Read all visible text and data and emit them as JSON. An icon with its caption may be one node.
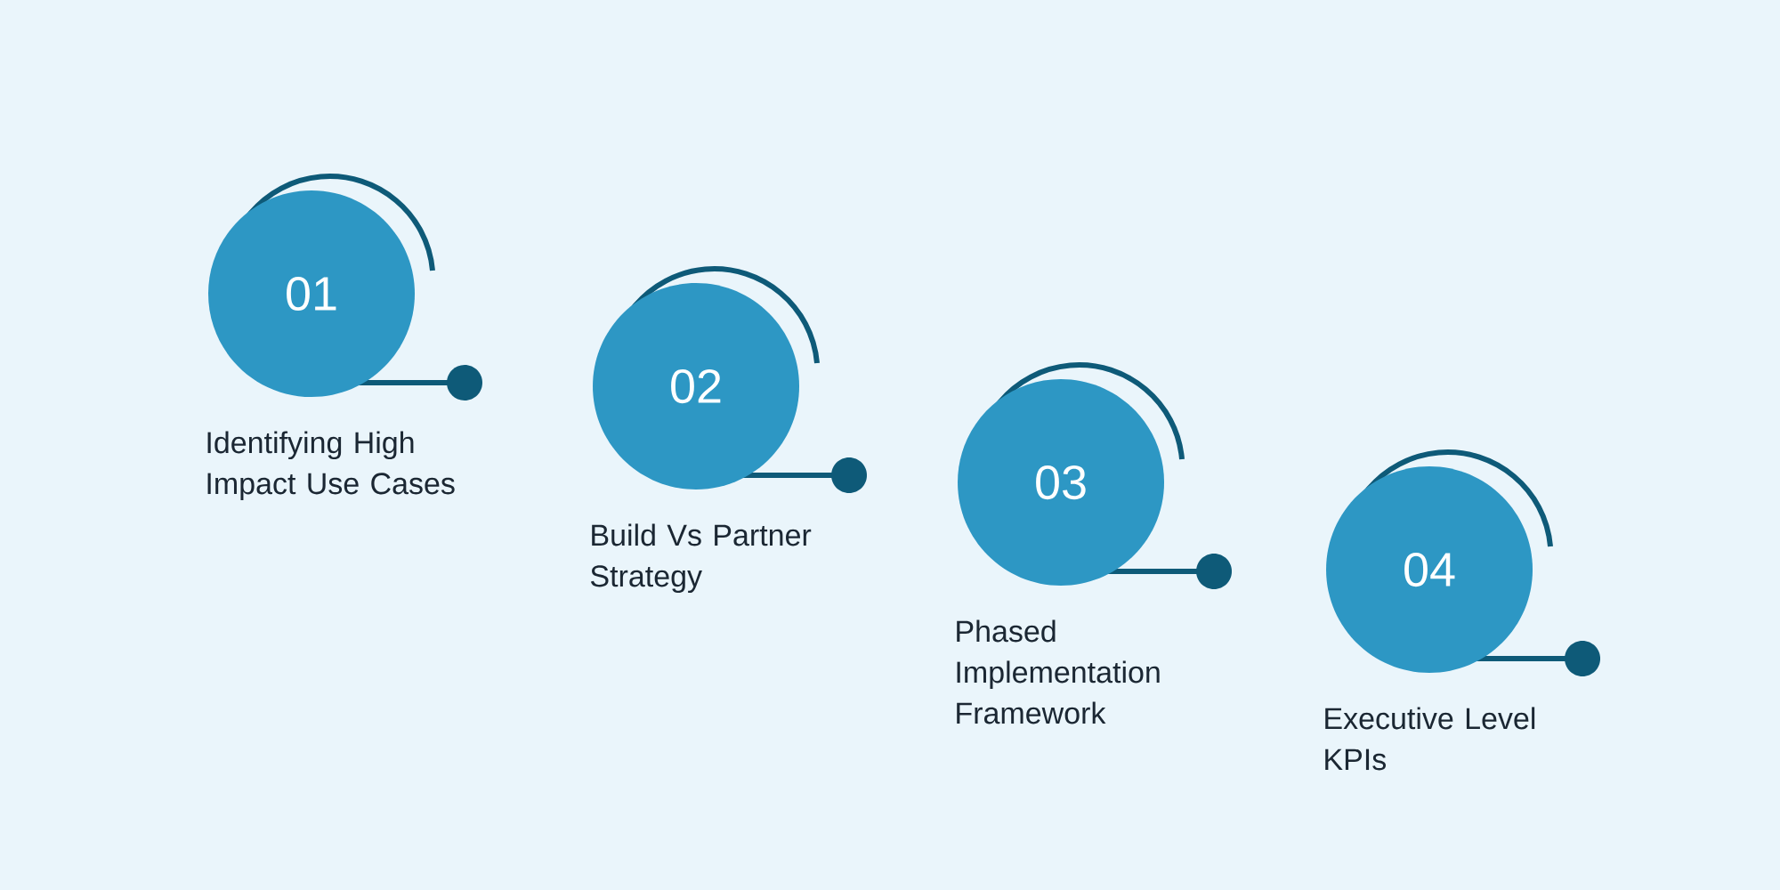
{
  "diagram": {
    "nodes": [
      {
        "text": [
          "01"
        ],
        "beside": [
          "Identifying High Impact Use Cases"
        ]
      },
      {
        "text": [
          "02"
        ],
        "beside": [
          "Build Vs Partner Strategy"
        ]
      },
      {
        "text": [
          "03"
        ],
        "beside": [
          "Phased Implementation Framework"
        ]
      },
      {
        "text": [
          "04"
        ],
        "beside": [
          "Executive Level KPIs"
        ]
      }
    ]
  }
}
